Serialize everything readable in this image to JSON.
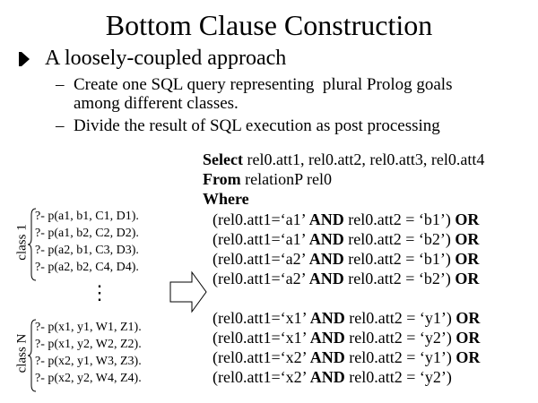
{
  "title": "Bottom Clause Construction",
  "bullet": "A loosely-coupled approach",
  "subitems": [
    {
      "dash": "–",
      "line1": "Create one SQL query representing  plural Prolog goals",
      "line2": "among different classes."
    },
    {
      "dash": "–",
      "line1": "Divide the result of SQL execution as post processing"
    }
  ],
  "sql": [
    [
      {
        "t": "Select",
        "b": true
      },
      {
        "t": " rel0.att1, rel0.att2, rel0.att3, rel0.att4",
        "b": false
      }
    ],
    [
      {
        "t": "From",
        "b": true
      },
      {
        "t": " relationP rel0",
        "b": false
      }
    ],
    [
      {
        "t": "Where",
        "b": true
      }
    ],
    [
      {
        "t": "(rel0.att1=‘a1’ ",
        "b": false
      },
      {
        "t": "AND",
        "b": true
      },
      {
        "t": " rel0.att2 = ‘b1’) ",
        "b": false
      },
      {
        "t": "OR",
        "b": true
      }
    ],
    [
      {
        "t": "(rel0.att1=‘a1’ ",
        "b": false
      },
      {
        "t": "AND",
        "b": true
      },
      {
        "t": " rel0.att2 = ‘b2’) ",
        "b": false
      },
      {
        "t": "OR",
        "b": true
      }
    ],
    [
      {
        "t": "(rel0.att1=‘a2’ ",
        "b": false
      },
      {
        "t": "AND",
        "b": true
      },
      {
        "t": " rel0.att2 = ‘b1’) ",
        "b": false
      },
      {
        "t": "OR",
        "b": true
      }
    ],
    [
      {
        "t": "(rel0.att1=‘a2’ ",
        "b": false
      },
      {
        "t": "AND",
        "b": true
      },
      {
        "t": " rel0.att2 = ‘b2’) ",
        "b": false
      },
      {
        "t": "OR",
        "b": true
      }
    ],
    [
      {
        "t": "(rel0.att1=‘x1’ ",
        "b": false
      },
      {
        "t": "AND",
        "b": true
      },
      {
        "t": " rel0.att2 = ‘y1’) ",
        "b": false
      },
      {
        "t": "OR",
        "b": true
      }
    ],
    [
      {
        "t": "(rel0.att1=‘x1’ ",
        "b": false
      },
      {
        "t": "AND",
        "b": true
      },
      {
        "t": " rel0.att2 = ‘y2’) ",
        "b": false
      },
      {
        "t": "OR",
        "b": true
      }
    ],
    [
      {
        "t": "(rel0.att1=‘x2’ ",
        "b": false
      },
      {
        "t": "AND",
        "b": true
      },
      {
        "t": " rel0.att2 = ‘y1’) ",
        "b": false
      },
      {
        "t": "OR",
        "b": true
      }
    ],
    [
      {
        "t": "(rel0.att1=‘x2’ ",
        "b": false
      },
      {
        "t": "AND",
        "b": true
      },
      {
        "t": " rel0.att2 = ‘y2’)",
        "b": false
      }
    ]
  ],
  "classes": [
    {
      "label": "class 1",
      "goals": [
        "?- p(a1, b1, C1, D1).",
        "?- p(a1, b2, C2, D2).",
        "?- p(a2, b1, C3, D3).",
        "?- p(a2, b2, C4, D4)."
      ]
    },
    {
      "label": "class N",
      "goals": [
        "?- p(x1, y1, W1, Z1).",
        "?- p(x1, y2, W2, Z2).",
        "?- p(x2, y1, W3, Z3).",
        "?- p(x2, y2, W4, Z4)."
      ]
    }
  ],
  "ellipsis": "⋮"
}
